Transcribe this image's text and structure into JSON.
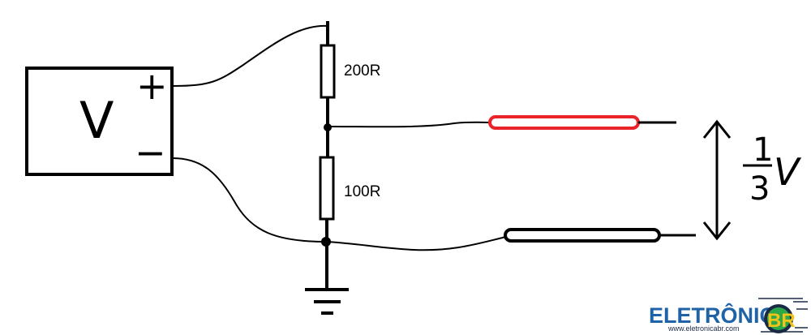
{
  "diagram": {
    "source_label": "V",
    "plus_terminal": "+",
    "minus_terminal": "−",
    "resistor_top": "200R",
    "resistor_bottom": "100R",
    "output_fraction_numerator": "1",
    "output_fraction_denominator": "3",
    "output_unit": "V"
  },
  "logo": {
    "brand": "ELETRÔNICA",
    "badge": "BR",
    "url": "www.eletronicabr.com"
  },
  "colors": {
    "wire": "#000000",
    "probe_red": "#e8232a",
    "probe_black": "#000000",
    "logo_blue": "#1e63a8",
    "logo_dark": "#1a2a45",
    "logo_green": "#2aa84a",
    "logo_yellow": "#f2c318"
  }
}
